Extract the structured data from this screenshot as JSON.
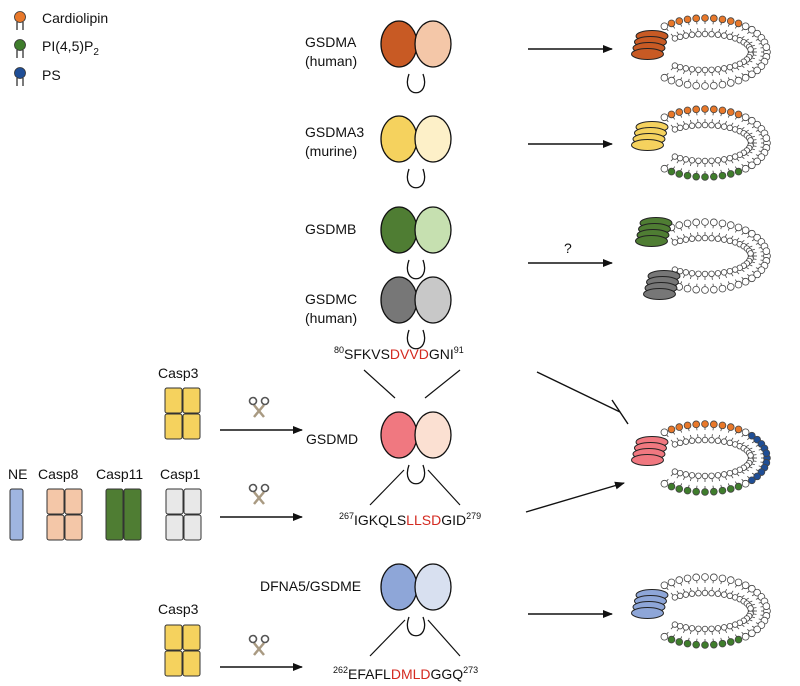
{
  "legend": {
    "cardiolipin": {
      "label": "Cardiolipin",
      "color": "#e8782a"
    },
    "pip2": {
      "label": "PI(4,5)P",
      "sub": "2",
      "color": "#3f7d2c"
    },
    "ps": {
      "label": "PS",
      "color": "#1f4e96"
    }
  },
  "proteins": {
    "gsdma": {
      "line1": "GSDMA",
      "line2": "(human)",
      "n_color": "#c85a24",
      "c_color": "#f4c7a8"
    },
    "gsdma3": {
      "line1": "GSDMA3",
      "line2": "(murine)",
      "n_color": "#f5d25e",
      "c_color": "#fdf0c8"
    },
    "gsdmb": {
      "line1": "GSDMB",
      "n_color": "#4f7d33",
      "c_color": "#c6e0b0"
    },
    "gsdmc": {
      "line1": "GSDMC",
      "line2": "(human)",
      "n_color": "#777777",
      "c_color": "#c8c8c8"
    },
    "gsdmd": {
      "line1": "GSDMD",
      "n_color": "#f07880",
      "c_color": "#fbe0d2"
    },
    "gsdme": {
      "line1": "DFNA5/GSDME",
      "n_color": "#8ea6d8",
      "c_color": "#d8e0f0"
    }
  },
  "question_mark": "?",
  "sequences": {
    "gsdmd_casp3": {
      "start": "80",
      "pre": "SFKVS",
      "site": "DVVD",
      "post": "GNI",
      "end": "91"
    },
    "gsdmd_casp1": {
      "start": "267",
      "pre": "IGKQLS",
      "site": "LLSD",
      "post": "GID",
      "end": "279"
    },
    "gsdme_casp3": {
      "start": "262",
      "pre": "EFAFL",
      "site": "DMLD",
      "post": "GGQ",
      "end": "273"
    }
  },
  "proteases": {
    "casp3_top": {
      "label": "Casp3",
      "color": "#f5d25e"
    },
    "ne": {
      "label": "NE",
      "color": "#9fb5e0"
    },
    "casp8": {
      "label": "Casp8",
      "color": "#f4c7a8"
    },
    "casp11": {
      "label": "Casp11",
      "color": "#4f7d33"
    },
    "casp1": {
      "label": "Casp1",
      "color": "#e8e8e8"
    },
    "casp3_bottom": {
      "label": "Casp3",
      "color": "#f5d25e"
    }
  }
}
